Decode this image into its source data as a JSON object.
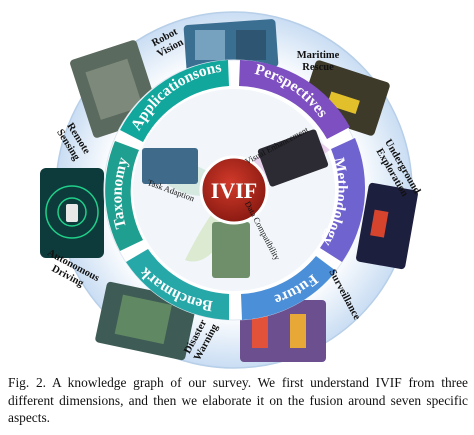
{
  "center": {
    "label": "IVIF"
  },
  "dimensions": [
    {
      "label": "Applicationsons",
      "color": "#12a79d"
    },
    {
      "label": "Perspectives",
      "color": "#7d4fc0"
    },
    {
      "label": "Methodology",
      "color": "#6f63cf"
    },
    {
      "label": "Future",
      "color": "#4b8fd9"
    },
    {
      "label": "Benchmark",
      "color": "#27a8a8"
    },
    {
      "label": "Taxonomy",
      "color": "#1f9f8f"
    }
  ],
  "inner_labels": [
    "Visual Enhancement",
    "Task Adaption",
    "Data Compatibility"
  ],
  "applications": [
    "Robot Vision",
    "Maritime Rescue",
    "Underground Exploration",
    "Surveillance",
    "Disaster Warning",
    "Autonomous Driving",
    "Remote Sensing"
  ],
  "caption": "Fig. 2.  A knowledge graph of our survey. We first understand IVIF from three different dimensions, and then we elaborate it on the fusion around seven specific aspects."
}
